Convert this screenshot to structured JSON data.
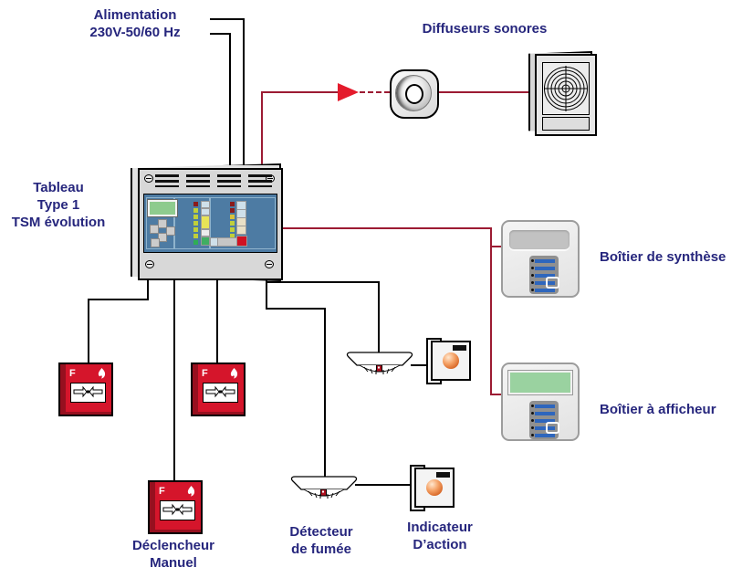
{
  "diagram": {
    "power_label": "Alimentation\n230V-50/60 Hz",
    "sounders_label": "Diffuseurs sonores",
    "panel_label": "Tableau\nType 1\nTSM évolution",
    "synthesis_box_label": "Boîtier de synthèse",
    "display_box_label": "Boîtier à afficheur",
    "call_point_label": "Déclencheur\nManuel",
    "smoke_detector_label": "Détecteur\nde fumée",
    "action_indicator_label": "Indicateur\nD’action",
    "call_point_letter": "F"
  },
  "colors": {
    "label_text": "#26267d",
    "alarm_wire": "#9c1b33",
    "arrow_red": "#e41b2c",
    "device_wire": "#000000",
    "panel_face": "#4d7ba3",
    "lcd_green": "#8ecb8e",
    "call_point_red": "#d5152b",
    "keypad_bar_blue": "#2e66bd"
  }
}
